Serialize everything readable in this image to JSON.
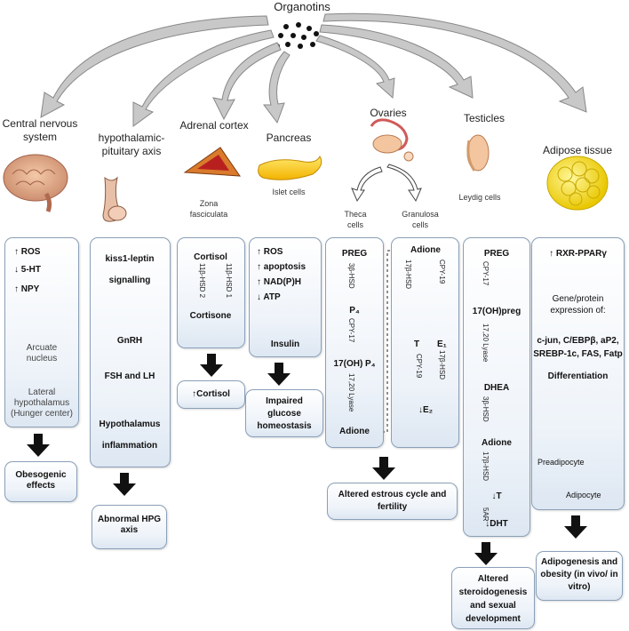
{
  "title": "Organotins",
  "targets": {
    "cns": "Central nervous system",
    "hpa": "hypothalamic-pituitary axis",
    "adrenal": "Adrenal cortex",
    "adrenal_sub": "Zona fasciculata",
    "pancreas": "Pancreas",
    "pancreas_sub": "Islet cells",
    "ovaries": "Ovaries",
    "theca": "Theca cells",
    "granulosa": "Granulosa cells",
    "testicles": "Testicles",
    "testicles_sub": "Leydig cells",
    "adipose": "Adipose tissue"
  },
  "cns_box": {
    "l1": "↑ ROS",
    "l2": "↓ 5-HT",
    "l3": "↑ NPY",
    "l4": "Arcuate nucleus",
    "l5": "Lateral hypothalamus (Hunger center)"
  },
  "cns_outcome": "Obesogenic effects",
  "hpa_box": {
    "l1": "kiss1-leptin signalling",
    "l2": "GnRH",
    "l3": "FSH and LH",
    "l4": "Hypothalamus inflammation"
  },
  "hpa_outcome": "Abnormal HPG axis",
  "adrenal_box": {
    "top": "Cortisol",
    "bottom": "Cortisone",
    "enz_left": "11β-HSD 2",
    "enz_right": "11β-HSD 1"
  },
  "adrenal_outcome": "↑Cortisol",
  "pancreas_box": {
    "l1": "↑ ROS",
    "l2": "↑ apoptosis",
    "l3": "↑ NAD(P)H",
    "l4": "↓ ATP",
    "l5": "Insulin"
  },
  "pancreas_outcome": "Impaired glucose homeostasis",
  "theca_box": {
    "preg": "PREG",
    "p4": "P₄",
    "ohp4": "17(OH) P₄",
    "adione": "Adione",
    "e1": "3β-HSD",
    "e2": "CPY-17",
    "e3": "17,20 Lyase"
  },
  "granulosa_box": {
    "adione": "Adione",
    "t": "T",
    "e1": "E₁",
    "e2": "↓E₂",
    "en1": "17β-HSD",
    "en2": "CPY-19",
    "en3": "17β-HSD",
    "en4": "CPY-19"
  },
  "ovary_outcome": "Altered estrous cycle and fertility",
  "testis_box": {
    "preg": "PREG",
    "ohpreg": "17(OH)preg",
    "dhea": "DHEA",
    "adione": "Adione",
    "t": "↓T",
    "dht": "↓DHT",
    "e1": "CPY-17",
    "e2": "17,20 Lyase",
    "e3": "3β-HSD",
    "e4": "17β-HSD",
    "e5": "5AR"
  },
  "testis_outcome": "Altered steroidogenesis and sexual development",
  "adipose_box": {
    "l1": "↑ RXR-PPARγ",
    "l2": "Gene/protein expression of:",
    "l3": "c-jun, C/EBPβ, aP2, SREBP-1c, FAS, Fatp",
    "l4": "Differentiation",
    "pre": "Preadipocyte",
    "adi": "Adipocyte"
  },
  "adipose_outcome": "Adipogenesis and obesity (in vivo/ in vitro)",
  "colors": {
    "box_border": "#8aa0b8",
    "arrow_gray": "#c8c8c8",
    "box_bottom": "#dde7f2"
  }
}
